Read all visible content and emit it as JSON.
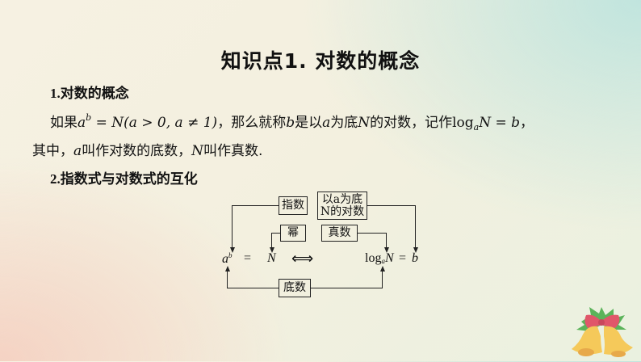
{
  "slide": {
    "title": "知识点1. 对数的概念",
    "section1": {
      "heading_num": "1.",
      "heading_text": "对数的概念",
      "line1": {
        "t1": "如果",
        "m1_base": "a",
        "m1_exp": "b",
        "m1_rest": " = N(a > 0, a ≠ 1)",
        "t2": "，那么就称",
        "m2": "b",
        "t3": "是以",
        "m3": "a",
        "t4": "为底",
        "m4": "N",
        "t5": "的对数，记作",
        "m5_log": "log",
        "m5_sub": "a",
        "m5_rest": "N = b",
        "t6": "，"
      },
      "line2": {
        "t1": "其中，",
        "m1": "a",
        "t2": "叫作对数的底数，",
        "m2": "N",
        "t3": "叫作真数."
      }
    },
    "section2": {
      "heading_num": "2.",
      "heading_text": "指数式与对数式的互化"
    },
    "diagram": {
      "boxes": {
        "exponent": "指数",
        "log_line1": "以a为底",
        "log_line2": "N的对数",
        "power": "幂",
        "antilog": "真数",
        "base": "底数"
      },
      "expr": {
        "left_base": "a",
        "left_exp": "b",
        "eq1": "=",
        "left_N": "N",
        "equiv": "⟺",
        "log": "log",
        "log_sub": "a",
        "right_N": "N",
        "eq2": "=",
        "right_b": "b"
      }
    },
    "decoration": {
      "icon": "christmas-bells-icon",
      "colors": {
        "bell": "#f5c95a",
        "bow": "#e0566a",
        "leaves": "#5bb35a"
      }
    }
  }
}
